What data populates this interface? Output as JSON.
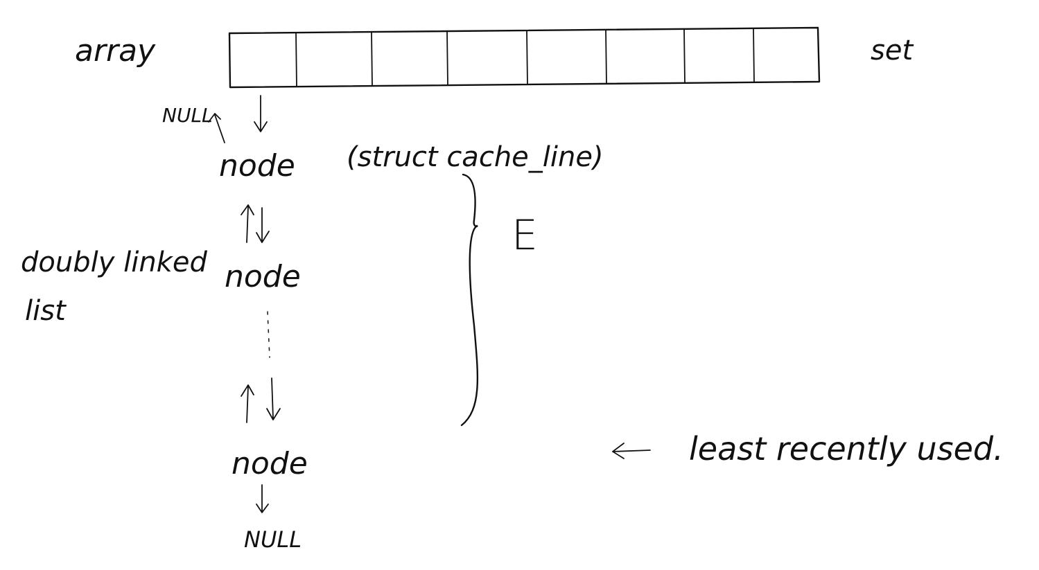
{
  "labels": {
    "array": "array",
    "set": "set",
    "null_top": "NULL",
    "node_first": "node",
    "struct_note": "(struct cache_line)",
    "doubly_linked_list": [
      "doubly linked",
      "list"
    ],
    "node_second": "node",
    "ellipsis": "⋮",
    "count_label": "E",
    "node_last": "node",
    "null_bottom": "NULL",
    "lru_note": "least recently used."
  },
  "array": {
    "cell_count": 8
  }
}
